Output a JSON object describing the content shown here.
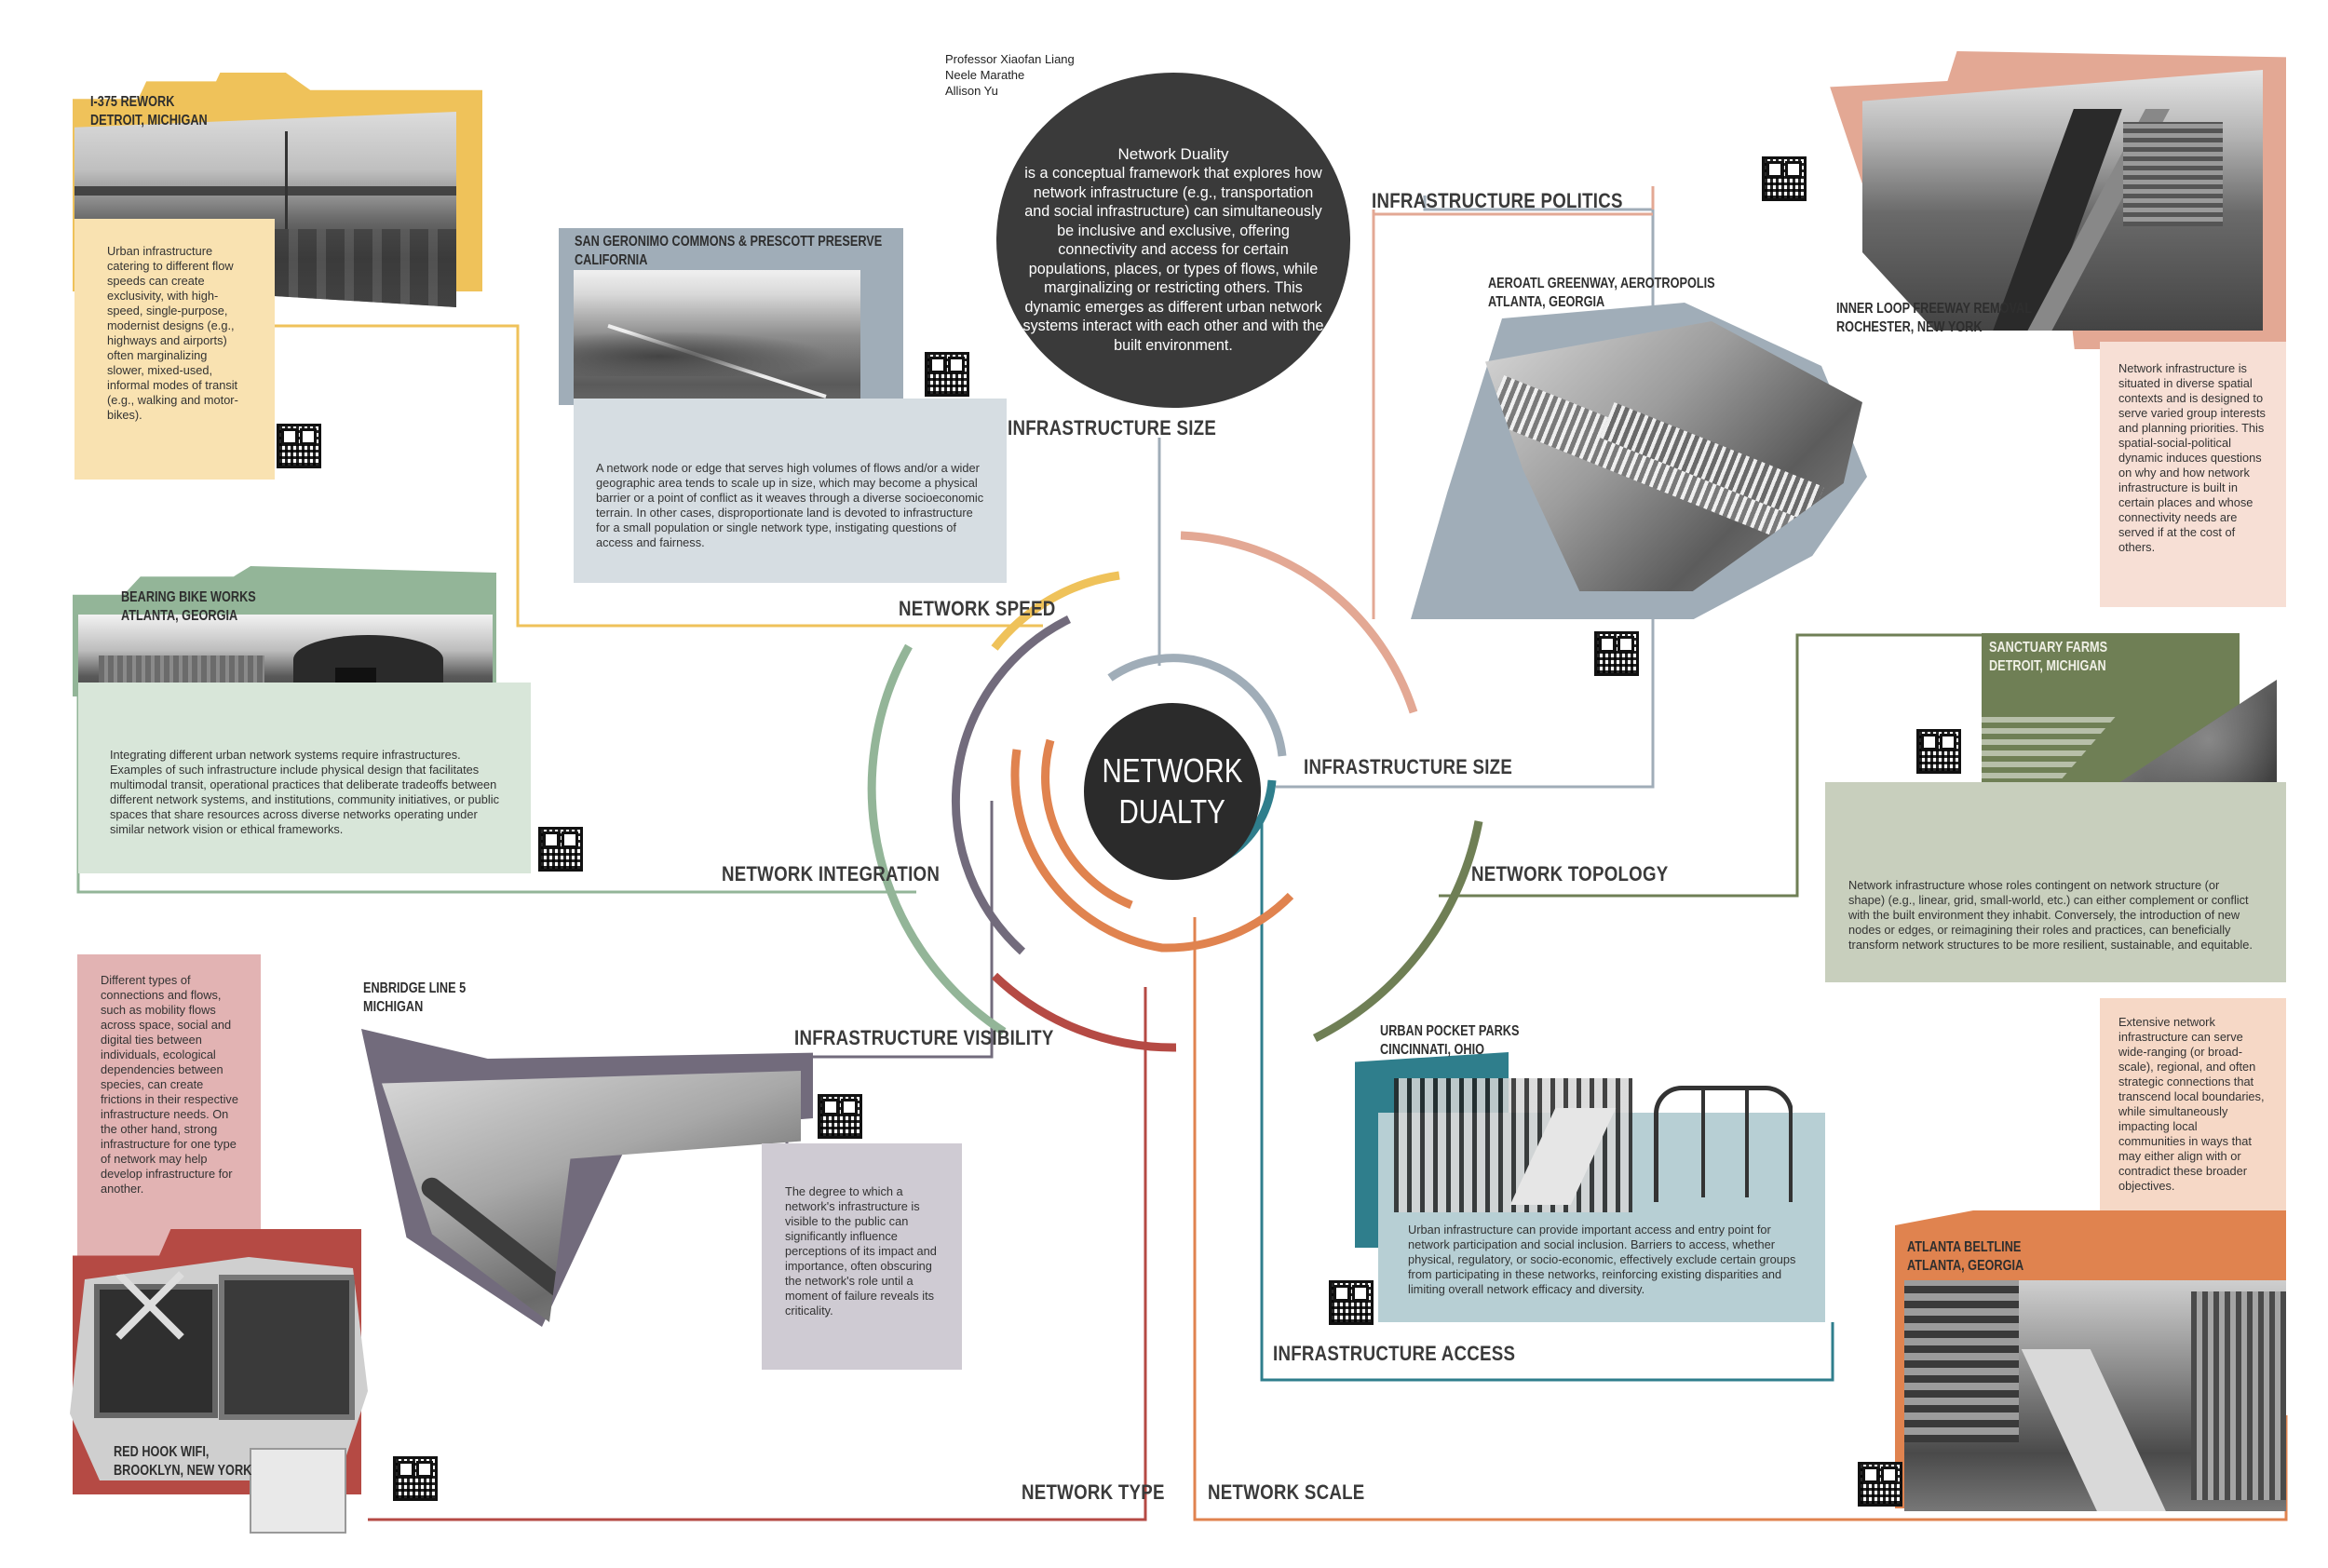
{
  "credits": [
    "Professor Xiaofan Liang",
    "Neele Marathe",
    "Allison Yu"
  ],
  "center": {
    "line1": "NETWORK",
    "line2": "DUALTY"
  },
  "intro": {
    "title": "Network Duality",
    "body": "is a conceptual framework that explores how network infrastructure (e.g., transportation and social infrastructure) can simultaneously be inclusive and exclusive, offering connectivity and access for certain populations, places, or types of flows, while marginalizing or restricting others. This dynamic emerges as different urban network systems interact with each other and with the built environment."
  },
  "labels": {
    "infrastructure_size_top": "INFRASTRUCTURE SIZE",
    "network_speed": "NETWORK SPEED",
    "infrastructure_politics": "INFRASTRUCTURE POLITICS",
    "infrastructure_size_center": "INFRASTRUCTURE SIZE",
    "network_integration": "NETWORK INTEGRATION",
    "network_topology": "NETWORK TOPOLOGY",
    "infrastructure_visibility": "INFRASTRUCTURE VISIBILITY",
    "infrastructure_access": "INFRASTRUCTURE ACCESS",
    "network_type": "NETWORK TYPE",
    "network_scale": "NETWORK SCALE"
  },
  "cases": {
    "i375": {
      "place": "I-375 REWORK\nDETROIT, MICHIGAN",
      "text": "Urban infrastructure catering to different flow speeds can create exclusivity, with high-speed, single-purpose, modernist designs (e.g., highways and airports) often marginalizing slower, mixed-used, informal modes of transit (e.g., walking and motor-bikes)."
    },
    "san_geronimo": {
      "place": "SAN GERONIMO COMMONS & PRESCOTT PRESERVE\nCALIFORNIA",
      "text": "A network node or edge that serves high volumes of flows and/or a wider geographic area tends to scale up in size, which may become a physical barrier or a point of conflict as it weaves through a diverse socioeconomic terrain. In other cases, disproportionate land is devoted to infrastructure for a small population or single network type, instigating questions of access and fairness."
    },
    "bearing": {
      "place": "BEARING BIKE WORKS\nATLANTA, GEORGIA",
      "text": "Integrating different urban network systems require infrastructures. Examples of such infrastructure include physical design that facilitates multimodal transit, operational practices that deliberate tradeoffs between different network systems, and institutions, community initiatives, or public spaces that share resources across diverse networks operating under similar network vision or ethical frameworks."
    },
    "red_hook": {
      "place": "RED HOOK WIFI,\nBROOKLYN, NEW YORK",
      "text": "Different types of connections and flows, such as mobility flows across space, social and digital ties between individuals, ecological dependencies between species, can create frictions in their respective infrastructure needs. On the other hand, strong infrastructure for one type of network may help develop infrastructure for another."
    },
    "enbridge": {
      "place": "ENBRIDGE LINE 5\nMICHIGAN",
      "text": "The degree to which a network's infrastructure is visible to the public can significantly influence perceptions of its impact and importance, often obscuring the network's role until a moment of failure reveals its criticality."
    },
    "aerotl": {
      "place": "AEROATL GREENWAY, AEROTROPOLIS\nATLANTA, GEORGIA"
    },
    "inner_loop": {
      "place": "INNER LOOP FREEWAY REMOVAL\nROCHESTER, NEW YORK",
      "text": "Network infrastructure is situated in diverse spatial contexts and is designed to serve varied group interests and planning priorities. This spatial-social-political dynamic induces questions on why and how network infrastructure is built in certain places and whose connectivity needs are served if at the cost of others."
    },
    "sanctuary": {
      "place": "SANCTUARY FARMS\nDETROIT, MICHIGAN",
      "text": "Network infrastructure whose roles contingent on network structure (or shape)  (e.g., linear, grid, small-world, etc.) can either complement or conflict with the built environment they inhabit. Conversely, the introduction of new nodes or edges, or reimagining their roles and practices, can beneficially transform network structures to be more resilient, sustainable, and equitable."
    },
    "pocket_parks": {
      "place": "URBAN POCKET PARKS\nCINCINNATI, OHIO",
      "text": "Urban infrastructure can provide important access and entry point for network participation and social inclusion. Barriers to access, whether physical, regulatory, or socio-economic, effectively exclude certain groups from participating in these networks, reinforcing existing disparities and limiting overall network efficacy and diversity."
    },
    "beltline": {
      "place": "ATLANTA BELTLINE\nATLANTA, GEORGIA",
      "text": "Extensive network infrastructure can serve wide-ranging (or broad-scale), regional, and often strategic connections that transcend local boundaries, while simultaneously impacting local communities in ways that may either align with or contradict these broader objectives."
    }
  },
  "colors": {
    "speed": "#efc25a",
    "size": "#a0adb8",
    "politics": "#e3a894",
    "integration": "#93b598",
    "topology": "#6f7f55",
    "visibility": "#726b7c",
    "type": "#b54a44",
    "access": "#2f7e8c",
    "scale": "#e0834f",
    "center": "#2b2b2b"
  }
}
